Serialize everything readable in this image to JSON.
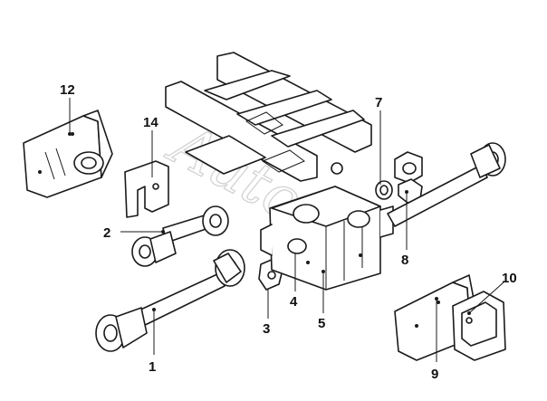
{
  "colors": {
    "line": "#1a1a1a",
    "watermark": "#c8c8c8",
    "background": "#ffffff"
  },
  "watermark": {
    "text": "Autoset"
  },
  "callouts": {
    "c1": "1",
    "c2": "2",
    "c3": "3",
    "c4": "4",
    "c5": "5",
    "c7": "7",
    "c8": "8",
    "c9": "9",
    "c10": "10",
    "c12": "12",
    "c14": "14"
  }
}
